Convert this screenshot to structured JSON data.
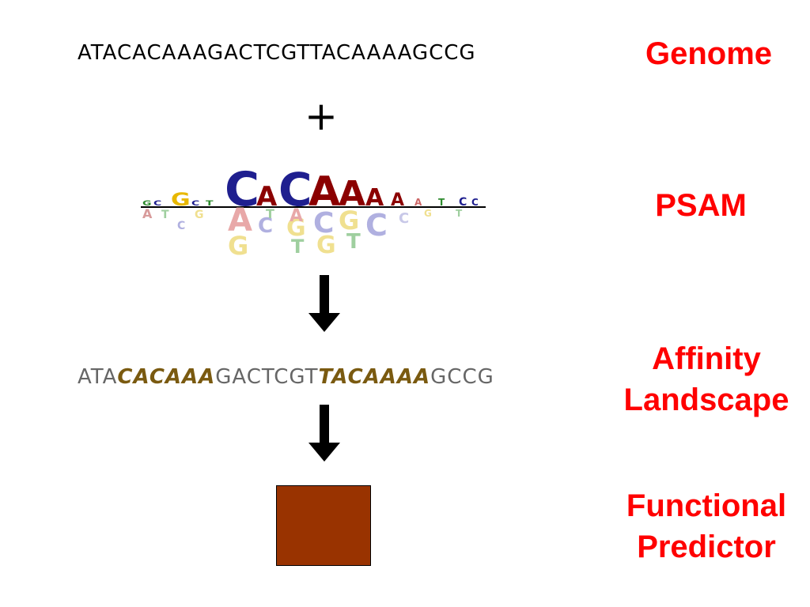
{
  "genome": {
    "sequence": "ATACACAAAGACTCGTTACAAAAGCCG",
    "label": "Genome"
  },
  "plus_sign": "+",
  "psam": {
    "label": "PSAM",
    "logo_letters_above": [
      "C",
      "A",
      "C",
      "A",
      "A",
      "A",
      "A"
    ],
    "logo_letters_below": [
      "A",
      "G",
      "A",
      "C",
      "G",
      "C",
      "G",
      "T",
      "G",
      "T",
      "C"
    ]
  },
  "affinity": {
    "segments": [
      {
        "text": "ATA",
        "highlight": false
      },
      {
        "text": "CACAAA",
        "highlight": true
      },
      {
        "text": "GACTCGT",
        "highlight": false
      },
      {
        "text": "TACAAAA",
        "highlight": true
      },
      {
        "text": "GCCG",
        "highlight": false
      }
    ],
    "label_line1": "Affinity",
    "label_line2": "Landscape"
  },
  "predictor": {
    "label_line1": "Functional",
    "label_line2": "Predictor",
    "box_color": "#993300"
  },
  "colors": {
    "label": "#ff0000",
    "highlight": "#7a5a10",
    "sequence_plain": "#666666",
    "logo_C": "#1f1f8f",
    "logo_A": "#8b0000",
    "logo_G": "#e8b800",
    "logo_T": "#2e8b2e"
  }
}
